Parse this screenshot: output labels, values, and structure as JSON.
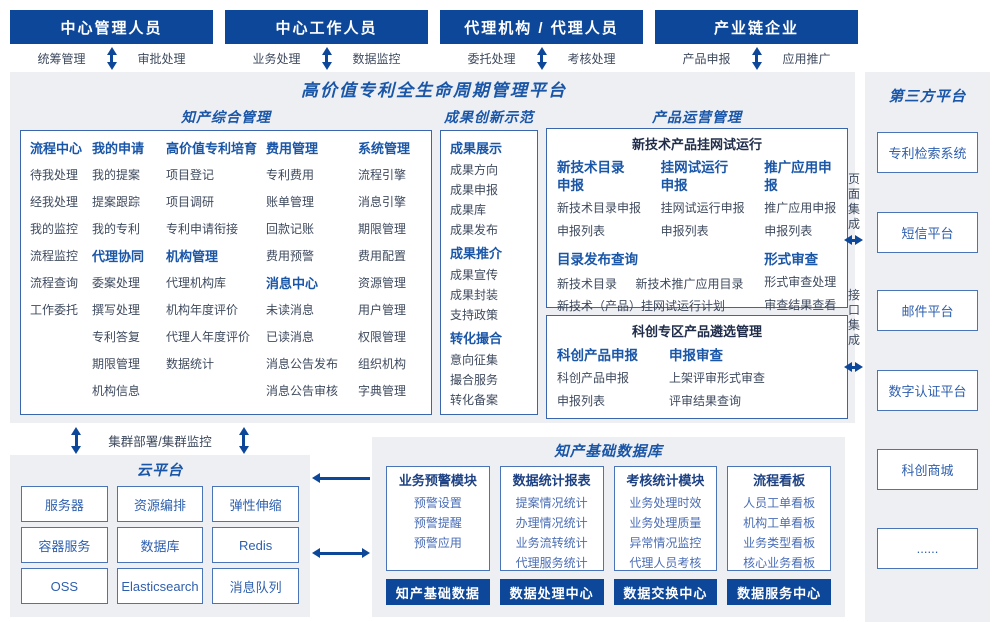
{
  "top_roles": [
    {
      "title": "中心管理人员",
      "left": "统筹管理",
      "right": "审批处理"
    },
    {
      "title": "中心工作人员",
      "left": "业务处理",
      "right": "数据监控"
    },
    {
      "title": "代理机构 / 代理人员",
      "left": "委托处理",
      "right": "考核处理"
    },
    {
      "title": "产业链企业",
      "left": "产品申报",
      "right": "应用推广"
    }
  ],
  "platform": {
    "title": "高价值专利全生命周期管理平台"
  },
  "ip_mgmt": {
    "title": "知产综合管理",
    "columns": [
      {
        "groups": [
          {
            "header": "流程中心",
            "items": [
              "待我处理",
              "经我处理",
              "我的监控",
              "流程监控",
              "流程查询",
              "工作委托"
            ]
          }
        ]
      },
      {
        "groups": [
          {
            "header": "我的申请",
            "items": [
              "我的提案",
              "提案跟踪",
              "我的专利"
            ]
          },
          {
            "header": "代理协同",
            "items": [
              "委案处理",
              "撰写处理",
              "专利答复",
              "期限管理",
              "机构信息"
            ]
          }
        ]
      },
      {
        "groups": [
          {
            "header": "高价值专利培育",
            "items": [
              "项目登记",
              "项目调研",
              "专利申请衔接"
            ]
          },
          {
            "header": "机构管理",
            "items": [
              "代理机构库",
              "机构年度评价",
              "代理人年度评价",
              "数据统计"
            ]
          }
        ]
      },
      {
        "groups": [
          {
            "header": "费用管理",
            "items": [
              "专利费用",
              "账单管理",
              "回款记账",
              "费用预警"
            ]
          },
          {
            "header": "消息中心",
            "items": [
              "未读消息",
              "已读消息",
              "消息公告发布",
              "消息公告审核"
            ]
          }
        ]
      },
      {
        "groups": [
          {
            "header": "系统管理",
            "items": [
              "流程引擎",
              "消息引擎",
              "期限管理",
              "费用配置",
              "资源管理",
              "用户管理",
              "权限管理",
              "组织机构",
              "字典管理"
            ]
          }
        ]
      }
    ]
  },
  "achievement": {
    "title": "成果创新示范",
    "groups": [
      {
        "header": "成果展示",
        "items": [
          "成果方向",
          "成果申报",
          "成果库",
          "成果发布"
        ]
      },
      {
        "header": "成果推介",
        "items": [
          "成果宣传",
          "成果封装",
          "支持政策"
        ]
      },
      {
        "header": "转化撮合",
        "items": [
          "意向征集",
          "撮合服务",
          "转化备案"
        ]
      }
    ]
  },
  "product_ops": {
    "title": "产品运营管理",
    "tech_trial": {
      "title": "新技术产品挂网试运行",
      "columns": [
        {
          "header": "新技术目录\n申报",
          "items": [
            "新技术目录申报",
            "申报列表"
          ]
        },
        {
          "header": "挂网试运行\n申报",
          "items": [
            "挂网试运行申报",
            "申报列表"
          ]
        },
        {
          "header": "推广应用申报",
          "items": [
            "推广应用申报",
            "申报列表"
          ]
        }
      ],
      "catalog": {
        "header": "目录发布查询",
        "items": [
          "新技术目录",
          "新技术推广应用目录",
          "新技术（产品）挂网试运行计划"
        ]
      },
      "review": {
        "header": "形式审查",
        "items": [
          "形式审查处理",
          "审查结果查看"
        ]
      }
    },
    "sci_select": {
      "title": "科创专区产品遴选管理",
      "columns": [
        {
          "header": "科创产品申报",
          "items": [
            "科创产品申报",
            "申报列表"
          ]
        },
        {
          "header": "申报审查",
          "items": [
            "上架评审形式审查",
            "评审结果查询"
          ]
        }
      ]
    }
  },
  "cloud": {
    "cluster_label": "集群部署/集群监控",
    "title": "云平台",
    "services": [
      "服务器",
      "资源编排",
      "弹性伸缩",
      "容器服务",
      "数据库",
      "Redis",
      "OSS",
      "Elasticsearch",
      "消息队列"
    ]
  },
  "database": {
    "title": "知产基础数据库",
    "columns": [
      {
        "header": "业务预警模块",
        "items": [
          "预警设置",
          "预警提醒",
          "预警应用"
        ]
      },
      {
        "header": "数据统计报表",
        "items": [
          "提案情况统计",
          "办理情况统计",
          "业务流转统计",
          "代理服务统计"
        ]
      },
      {
        "header": "考核统计模块",
        "items": [
          "业务处理时效",
          "业务处理质量",
          "异常情况监控",
          "代理人员考核"
        ]
      },
      {
        "header": "流程看板",
        "items": [
          "人员工单看板",
          "机构工单看板",
          "业务类型看板",
          "核心业务看板"
        ]
      }
    ],
    "bars": [
      "知产基础数据",
      "数据处理中心",
      "数据交换中心",
      "数据服务中心"
    ]
  },
  "third_party": {
    "title": "第三方平台",
    "systems": [
      "专利检索系统",
      "短信平台",
      "邮件平台",
      "数字认证平台",
      "科创商城",
      "......"
    ]
  },
  "integration": {
    "page": "页面集成",
    "api": "接口集成"
  },
  "colors": {
    "bar_blue": "#0d4799",
    "title_blue": "#1a56a8",
    "border_blue": "#3a66ad",
    "item_text": "#3e4a5e",
    "item_blue": "#4a6db5",
    "panel_bg": "#edeff3"
  }
}
